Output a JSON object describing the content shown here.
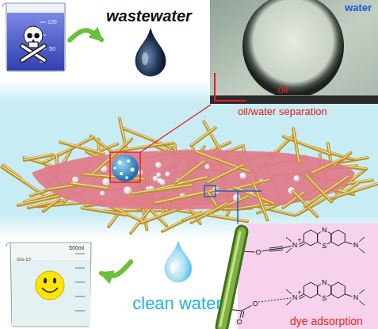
{
  "diagram": {
    "nodes": [
      {
        "text": [
          "100",
          "50"
        ]
      },
      {
        "text": [
          "wastewater"
        ]
      },
      {
        "text": [
          "water",
          "oil",
          "oil/water separation"
        ]
      },
      {
        "text": [
          "dye adsorption"
        ]
      },
      {
        "text": [
          "clean water"
        ]
      },
      {
        "text": [
          "500ml",
          "GG-17"
        ]
      }
    ],
    "edges": [
      {
        "from": 0,
        "to": 1,
        "arrow": "to"
      },
      {
        "from": 4,
        "to": 5,
        "arrow": "to"
      }
    ],
    "labels": [
      "O",
      "N",
      "+",
      "N",
      "S",
      "N",
      "O",
      "O",
      "N",
      "+",
      "N",
      "S",
      "N"
    ]
  }
}
